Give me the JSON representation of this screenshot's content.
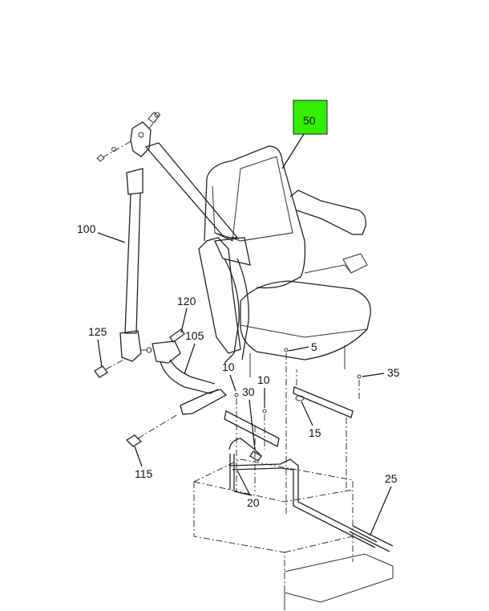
{
  "highlight": {
    "label": "50",
    "color": "#33ee00"
  },
  "callouts": {
    "c100": "100",
    "c120": "120",
    "c125": "125",
    "c105": "105",
    "c5": "5",
    "c10a": "10",
    "c10b": "10",
    "c30": "30",
    "c35": "35",
    "c15": "15",
    "c115": "115",
    "c25": "25",
    "c20": "20"
  }
}
